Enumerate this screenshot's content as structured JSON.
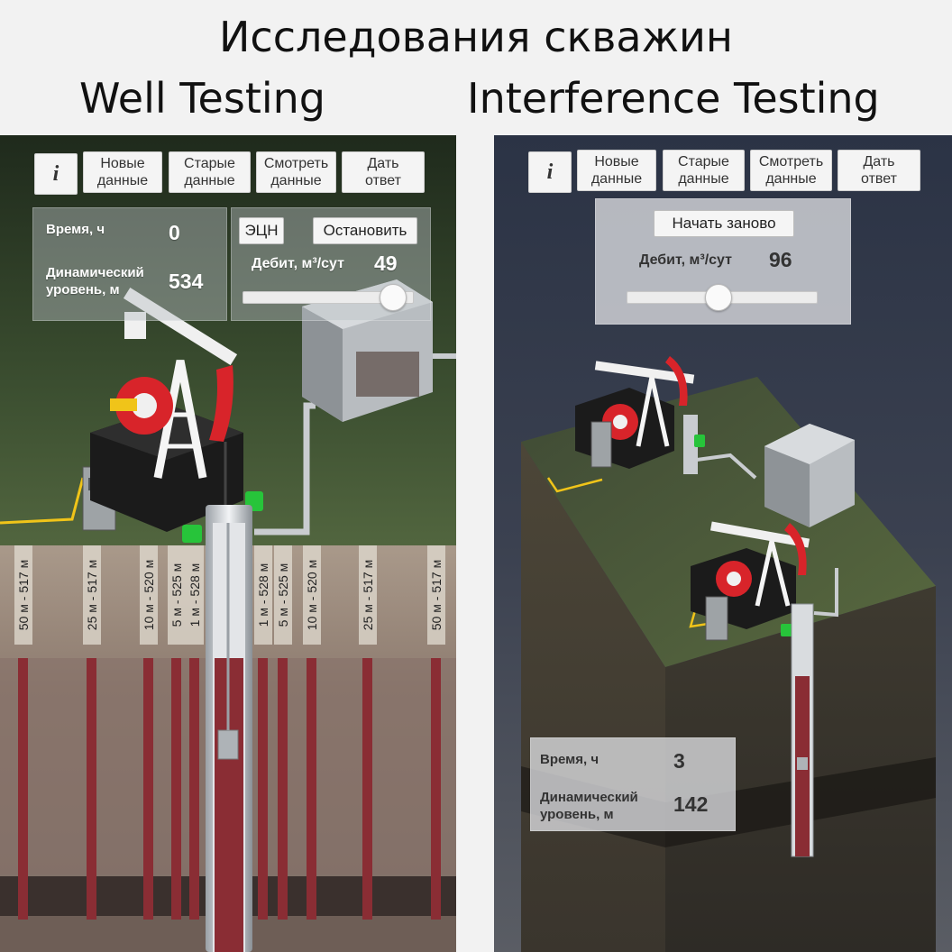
{
  "header": {
    "title": "Исследования скважин",
    "left_title": "Well Testing",
    "right_title": "Interference Testing"
  },
  "toolbar": {
    "info_label": "i",
    "new_data": [
      "Новые",
      "данные"
    ],
    "old_data": [
      "Старые",
      "данные"
    ],
    "view_data": [
      "Смотреть",
      "данные"
    ],
    "answer": [
      "Дать",
      "ответ"
    ]
  },
  "well_testing": {
    "time_label": "Время, ч",
    "time_value": "0",
    "level_label": [
      "Динамический",
      "уровень, м"
    ],
    "level_value": "534",
    "pump_button": "ЭЦН",
    "stop_button": "Остановить",
    "rate_label": "Дебит, м³/сут",
    "rate_value": "49",
    "rate_fraction": 0.95,
    "radius_labels": [
      "50 м - 517 м",
      "25 м - 517 м",
      "10 м - 520 м",
      "5 м - 525 м",
      "1 м - 528 м",
      "1 м - 528 м",
      "5 м - 525 м",
      "10 м - 520 м",
      "25 м - 517 м",
      "50 м - 517 м"
    ]
  },
  "interference_testing": {
    "restart_button": "Начать заново",
    "rate_label": "Дебит, м³/сут",
    "rate_value": "96",
    "rate_fraction": 0.48,
    "time_label": "Время, ч",
    "time_value": "3",
    "level_label": [
      "Динамический",
      "уровень, м"
    ],
    "level_value": "142"
  },
  "colors": {
    "pump_red": "#d8242a",
    "valve_green": "#27c43a",
    "fluid": "#8a2d34",
    "cable_yellow": "#f0c419"
  }
}
